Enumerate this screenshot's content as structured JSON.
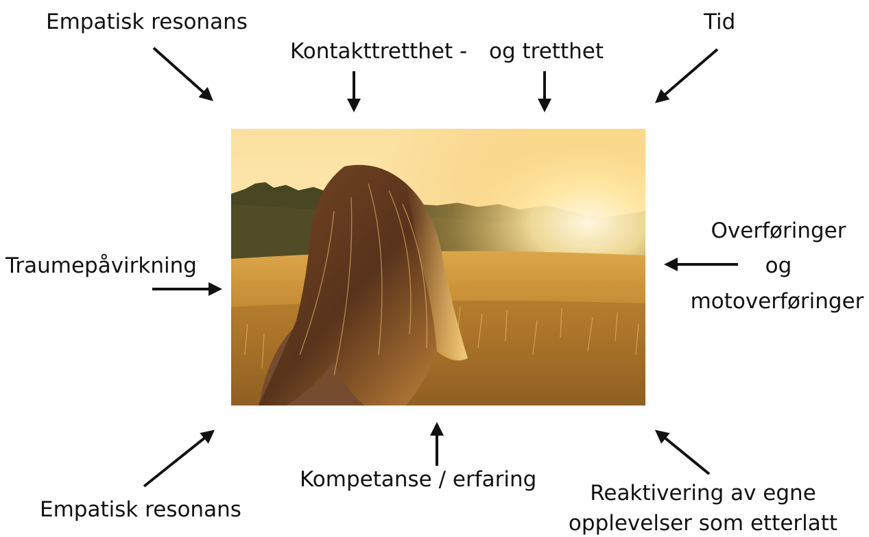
{
  "labels": {
    "top_left": "Empatisk resonans",
    "top_center_a": "Kontakttretthet -",
    "top_center_b": "og tretthet",
    "top_right": "Tid",
    "left": "Traumepåvirkning",
    "right_line1": "Overføringer",
    "right_line2": "og",
    "right_line3": "motoverføringer",
    "bottom_left": "Empatisk resonans",
    "bottom_center": "Kompetanse / erfaring",
    "bottom_right_line1": "Reaktivering av egne",
    "bottom_right_line2": "opplevelser som etterlatt"
  },
  "photo": {
    "subject": "girl-with-long-hair-in-sunlit-field",
    "palette": {
      "sky": "#fbe7ad",
      "sun": "#fff6d8",
      "field": "#c58a2e",
      "treeline": "#2f3318",
      "hair": "#5a2f17"
    }
  },
  "colors": {
    "text": "#111111",
    "arrow": "#111111",
    "background": "#ffffff"
  }
}
